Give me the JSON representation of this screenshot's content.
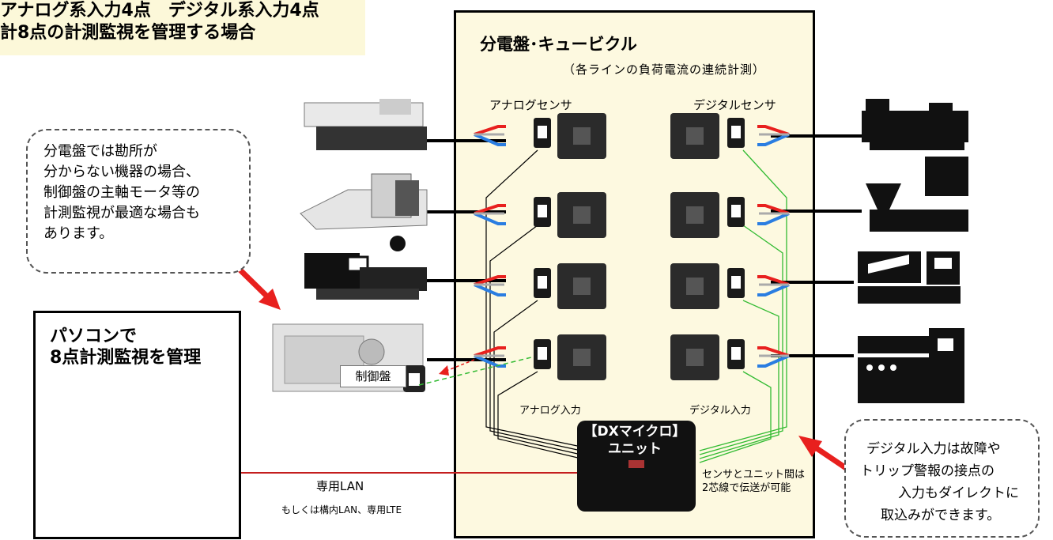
{
  "title": {
    "line1": "アナログ系入力4点　デジタル系入力4点",
    "line2": "計8点の計測監視を管理する場合"
  },
  "panel": {
    "title": "分電盤･キュービクル",
    "subtitle": "（各ラインの負荷電流の連続計測）",
    "analog_sensor_label": "アナログセンサ",
    "digital_sensor_label": "デジタルセンサ",
    "analog_input_label": "アナログ入力",
    "digital_input_label": "デジタル入力"
  },
  "dx_unit": {
    "line1": "【DXマイクロ】",
    "line2": "ユニット"
  },
  "wiring_note": {
    "line1": "センサとユニット間は",
    "line2": "2芯線で伝送が可能"
  },
  "control_panel_label": "制御盤",
  "note_left": {
    "lines": [
      "分電盤では勘所が",
      "分からない機器の場合、",
      "制御盤の主軸モータ等の",
      "計測監視が最適な場合も",
      "あります。"
    ]
  },
  "note_right": {
    "lines": [
      "デジタル入力は故障や",
      "トリップ警報の接点の",
      "入力もダイレクトに",
      "取込みができます。"
    ]
  },
  "pc": {
    "title_line1": "パソコンで",
    "title_line2": "8点計測監視を管理",
    "screen_title": "Remort Monitor"
  },
  "lan": {
    "label": "専用LAN",
    "sublabel": "もしくは構内LAN、専用LTE"
  },
  "colors": {
    "red_wire": "#e8201e",
    "blue_wire": "#2a7de1",
    "green_wire": "#33bb33",
    "arrow": "#e8201e",
    "panel_bg": "#fdf9e0",
    "title_bg": "#fcf8d9"
  }
}
